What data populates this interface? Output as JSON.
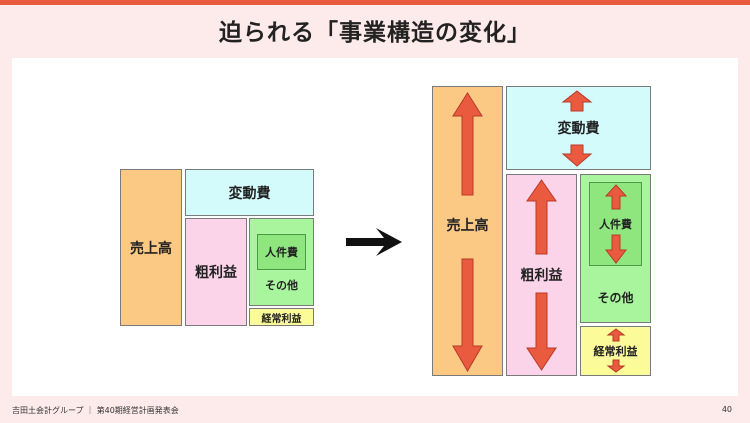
{
  "title": "迫られる「事業構造の変化」",
  "diagram": {
    "sales": "売上高",
    "variable_cost": "変動費",
    "gross_profit": "粗利益",
    "personnel_cost": "人件費",
    "other": "その他",
    "operating_profit": "経常利益"
  },
  "footer": {
    "company": "吉田土会計グループ ｜ 第40期経営計画発表会",
    "page_number": "40"
  },
  "colors": {
    "accent": "#ea5a3f",
    "arrow_red": "#ea5a3f",
    "sales_box": "#fbc984",
    "variable_box": "#d4fbfc",
    "gross_box": "#fbd4ea",
    "other_box": "#a8f59d",
    "profit_box": "#fbfb99"
  },
  "icons": [
    "up-arrow-icon",
    "down-arrow-icon",
    "right-arrow-icon"
  ]
}
